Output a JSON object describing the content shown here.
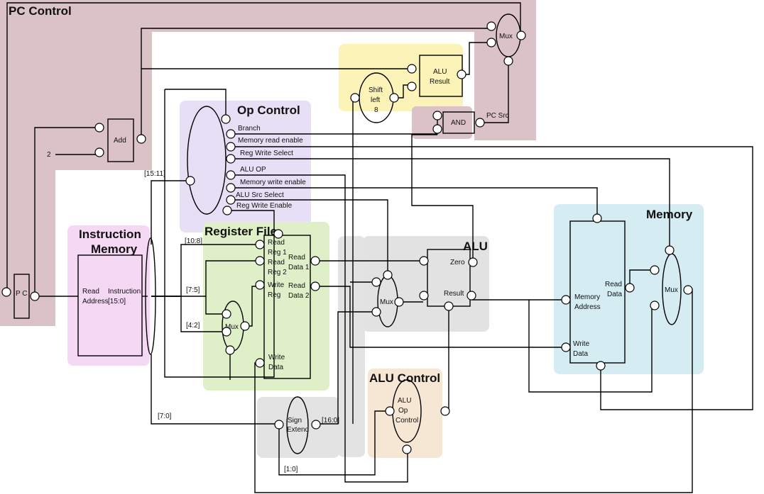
{
  "colors": {
    "pc_control": "#dbc2c6",
    "op_control": "#e7dff6",
    "pc_instruction_memory": "#f5d8f3",
    "register_file": "#dff0c8",
    "alu": "#e2e2e2",
    "shift": "#fbf3b8",
    "memory": "#d4ecf2",
    "alu_control": "#f6e6d4",
    "sign_extend": "#e3e3e3"
  },
  "sections": {
    "pc_control": "PC Control",
    "op_control": "Op Control",
    "instruction_memory_1": "Instruction",
    "instruction_memory_2": "Memory",
    "register_file": "Register File",
    "alu": "ALU",
    "memory": "Memory",
    "alu_control": "ALU Control"
  },
  "components": {
    "pc": "P C",
    "add": "Add",
    "const_two": "2",
    "mux_top": "Mux",
    "alu_result_1": "ALU",
    "alu_result_2": "Result",
    "shift_1": "Shift",
    "shift_2": "left",
    "shift_3": "8",
    "and_gate": "AND",
    "pc_src": "PC Src",
    "mux_reg": "Mux",
    "mux_alu": "Mux",
    "mux_mem": "Mux",
    "sign_1": "Sign",
    "sign_2": "Extend",
    "aluctl_1": "ALU",
    "aluctl_2": "Op",
    "aluctl_3": "Control"
  },
  "op_control_signals": [
    "Branch",
    "Memory read enable",
    "Reg Write Select",
    "ALU OP",
    "Memory write enable",
    "ALU Src Select",
    "Reg Write Enable"
  ],
  "instruction_memory": {
    "read_address_1": "Read",
    "read_address_2": "Address",
    "instruction_1": "Instruction",
    "instruction_2": "[15:0]"
  },
  "register_file": {
    "read_reg1_1": "Read",
    "read_reg1_2": "Reg 1",
    "read_reg2_1": "Read",
    "read_reg2_2": "Reg 2",
    "write_reg_1": "Write",
    "write_reg_2": "Reg",
    "write_data_1": "Write",
    "write_data_2": "Data",
    "read_data1_1": "Read",
    "read_data1_2": "Data 1",
    "read_data2_1": "Read",
    "read_data2_2": "Data 2"
  },
  "alu": {
    "zero": "Zero",
    "result": "Result"
  },
  "memory": {
    "mem_addr_1": "Memory",
    "mem_addr_2": "Address",
    "write_data_1": "Write",
    "write_data_2": "Data",
    "read_data_1": "Read",
    "read_data_2": "Data"
  },
  "bit_ranges": {
    "r15_11": "[15:11]",
    "r10_8": "[10:8]",
    "r7_5": "[7:5]",
    "r4_2": "[4:2]",
    "r7_0": "[7:0]",
    "r16_0": "[16:0]",
    "r1_0": "[1:0]"
  }
}
